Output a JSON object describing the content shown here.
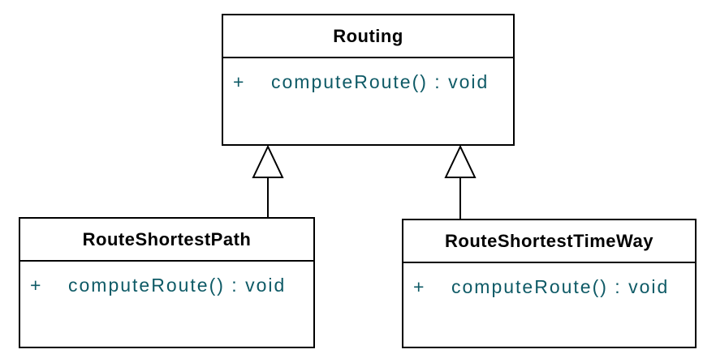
{
  "diagram": {
    "kind": "uml-class-diagram",
    "colors": {
      "background": "#ffffff",
      "box_border": "#000000",
      "class_name_text": "#000000",
      "method_text": "#0e5a66"
    },
    "classes": [
      {
        "id": "routing",
        "name": "Routing",
        "methods": [
          {
            "visibility": "+",
            "signature": "computeRoute() : void"
          }
        ]
      },
      {
        "id": "route-shortest-path",
        "name": "RouteShortestPath",
        "methods": [
          {
            "visibility": "+",
            "signature": "computeRoute() : void"
          }
        ]
      },
      {
        "id": "route-shortest-time-way",
        "name": "RouteShortestTimeWay",
        "methods": [
          {
            "visibility": "+",
            "signature": "computeRoute() : void"
          }
        ]
      }
    ],
    "relationships": [
      {
        "type": "generalization",
        "from": "RouteShortestPath",
        "to": "Routing"
      },
      {
        "type": "generalization",
        "from": "RouteShortestTimeWay",
        "to": "Routing"
      }
    ]
  }
}
